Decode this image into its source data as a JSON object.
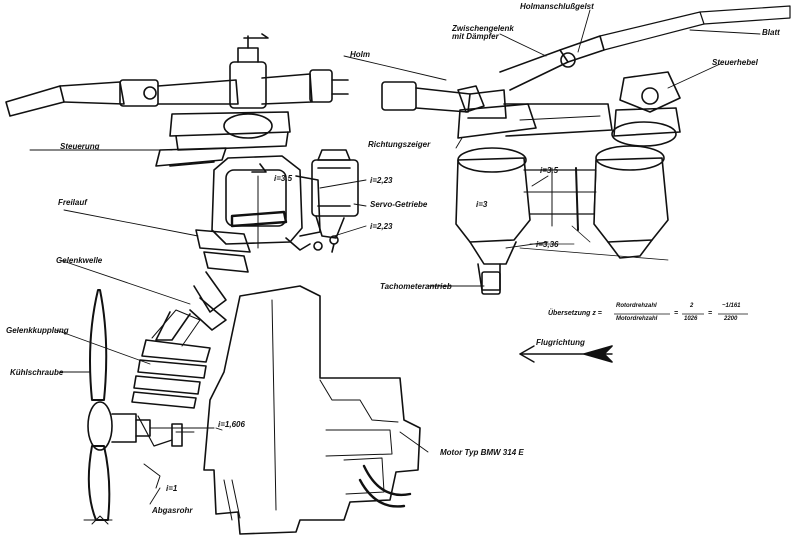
{
  "labels": {
    "heimanschluss": "Holmanschlußgelst",
    "zwischengelenk_1": "Zwischengelenk",
    "zwischengelenk_2": "mit Dämpfer",
    "blatt": "Blatt",
    "holm": "Holm",
    "steuerhebel": "Steuerhebel",
    "richtungszeiger": "Richtungszeiger",
    "steuerung": "Steuerung",
    "freilauf": "Freilauf",
    "gelenkwelle": "Gelenkwelle",
    "gelenkkupplung": "Gelenkkupplung",
    "kuehlschraube": "Kühlschraube",
    "servo_getriebe": "Servo-Getriebe",
    "tachometerantrieb": "Tachometerantrieb",
    "flugrichtung": "Flugrichtung",
    "motor": "Motor Typ BMW 314 E",
    "abgasrohr": "Abgasrohr"
  },
  "ratios": {
    "r35_left": "i=3,5",
    "r223_a": "i=2,23",
    "r223_b": "i=2,23",
    "r35_right": "i=3,5",
    "r3": "i=3",
    "r336": "i=3,36",
    "r1606": "i=1,606",
    "r1": "i=1"
  },
  "formula": {
    "prefix": "Übersetzung z =",
    "num1": "Rotordrehzahl",
    "den1": "Motordrehzahl",
    "eq1": "=",
    "num2": "2",
    "den2": "1026",
    "eq2": "=",
    "num3": "~1/161",
    "den3": "2200"
  },
  "colors": {
    "ink": "#111111",
    "paper": "#ffffff"
  }
}
